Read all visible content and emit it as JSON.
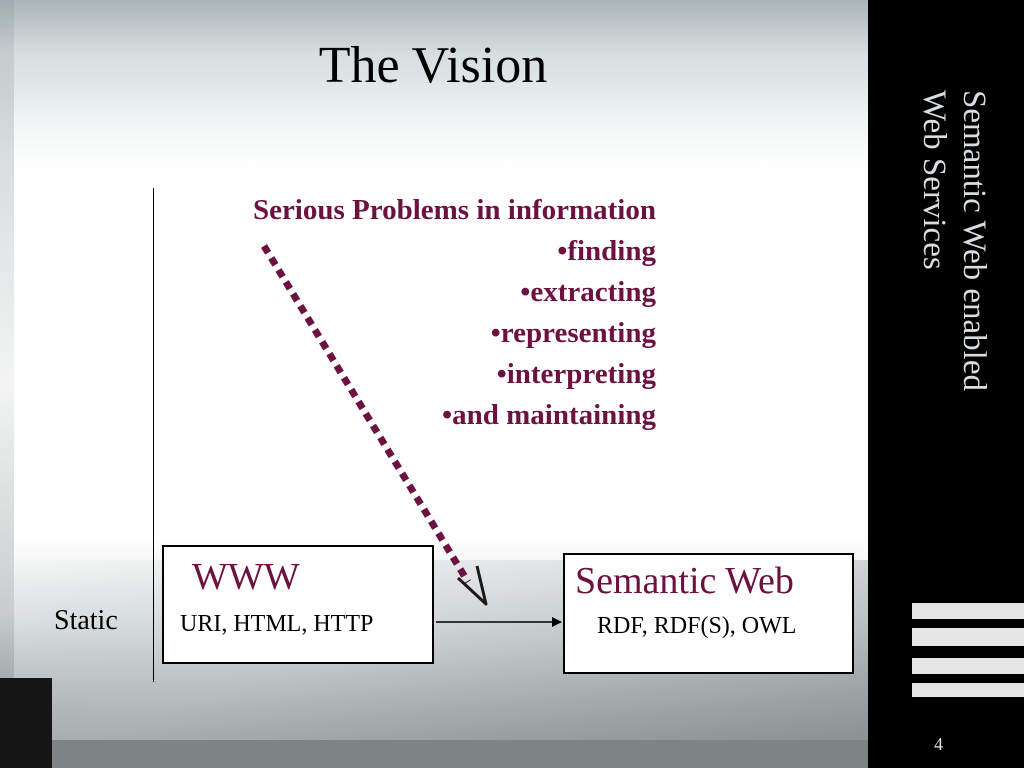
{
  "slide": {
    "title": "The Vision",
    "side_title_line1": "Semantic Web enabled",
    "side_title_line2": "Web Services",
    "page_number": "4"
  },
  "problems": {
    "heading": "Serious Problems in information",
    "items": [
      "•finding",
      "•extracting",
      "•representing",
      "•interpreting",
      "•and maintaining"
    ]
  },
  "diagram": {
    "www": {
      "title": "WWW",
      "tech": "URI, HTML, HTTP"
    },
    "semantic_web": {
      "title": "Semantic Web",
      "tech": "RDF, RDF(S), OWL"
    },
    "static_label": "Static"
  },
  "colors": {
    "accent": "#6d1240",
    "side_band": "#000000",
    "side_text": "#d8dde0"
  }
}
